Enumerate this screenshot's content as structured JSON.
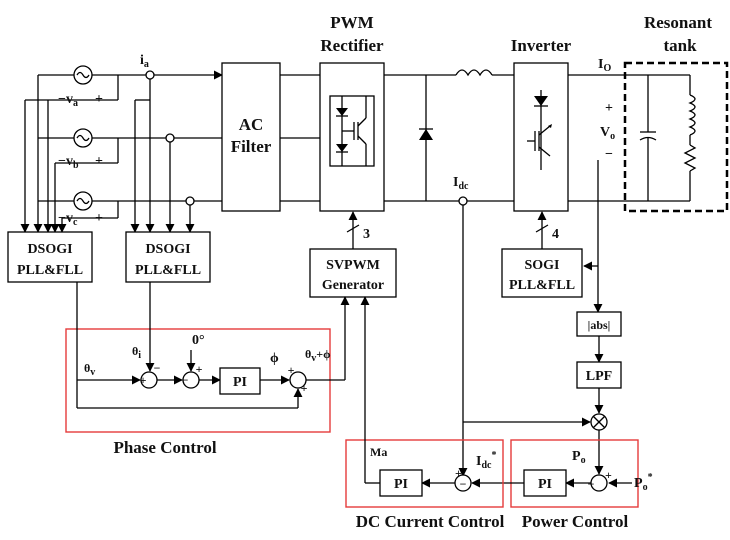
{
  "titles": {
    "pwm_rectifier": [
      "PWM",
      "Rectifier"
    ],
    "inverter": "Inverter",
    "resonant_tank": [
      "Resonant",
      "tank"
    ]
  },
  "blocks": {
    "ac_filter": [
      "AC",
      "Filter"
    ],
    "dsogi_1": [
      "DSOGI",
      "PLL&FLL"
    ],
    "dsogi_2": [
      "DSOGI",
      "PLL&FLL"
    ],
    "svpwm": [
      "SVPWM",
      "Generator"
    ],
    "sogi": [
      "SOGI",
      "PLL&FLL"
    ],
    "abs": "|abs|",
    "lpf": "LPF",
    "pi_phase": "PI",
    "pi_dc": "PI",
    "pi_power": "PI"
  },
  "signals": {
    "ia": "i",
    "ia_sub": "a",
    "va": "v",
    "va_sub": "a",
    "vb": "v",
    "vb_sub": "b",
    "vc": "v",
    "vc_sub": "c",
    "io": "I",
    "io_sub": "O",
    "vo": "V",
    "vo_sub": "o",
    "idc": "I",
    "idc_sub": "dc",
    "idc_ref": "I",
    "idc_ref_sub": "dc",
    "po": "P",
    "po_sub": "o",
    "po_ref": "P",
    "po_ref_sub": "o",
    "theta_v": "θ",
    "theta_v_sub": "v",
    "theta_i": "θ",
    "theta_i_sub": "i",
    "zero_deg": "0°",
    "phi": "ϕ",
    "theta_plus_phi": "θ",
    "theta_plus_phi_sub": "v",
    "theta_plus_phi_tail": "+ϕ",
    "ma": "Ma",
    "bus3": "3",
    "bus4": "4",
    "plus": "+",
    "minus": "−",
    "star": "*"
  },
  "groups": {
    "phase_control": "Phase Control",
    "dc_current_control": "DC Current Control",
    "power_control": "Power Control"
  },
  "colors": {
    "group_border": "#e53b3b",
    "resonant_border": "#000000",
    "line": "#000000"
  }
}
